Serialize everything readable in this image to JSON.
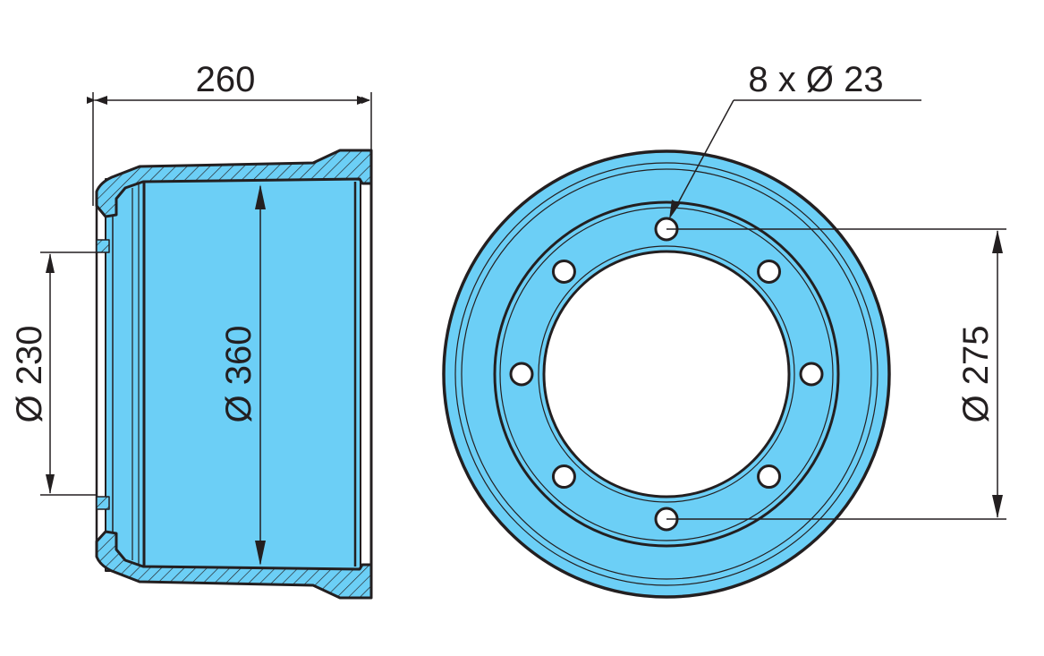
{
  "drawing": {
    "fill_color": "#6ccff6",
    "line_color": "#231f20",
    "dimensions": {
      "width": "260",
      "inner_diameter": "Ø 360",
      "hub_diameter": "Ø 230",
      "bolt_circle": "Ø 275",
      "bolt_holes": "8 x Ø 23"
    },
    "bolt_hole_count": 8
  }
}
